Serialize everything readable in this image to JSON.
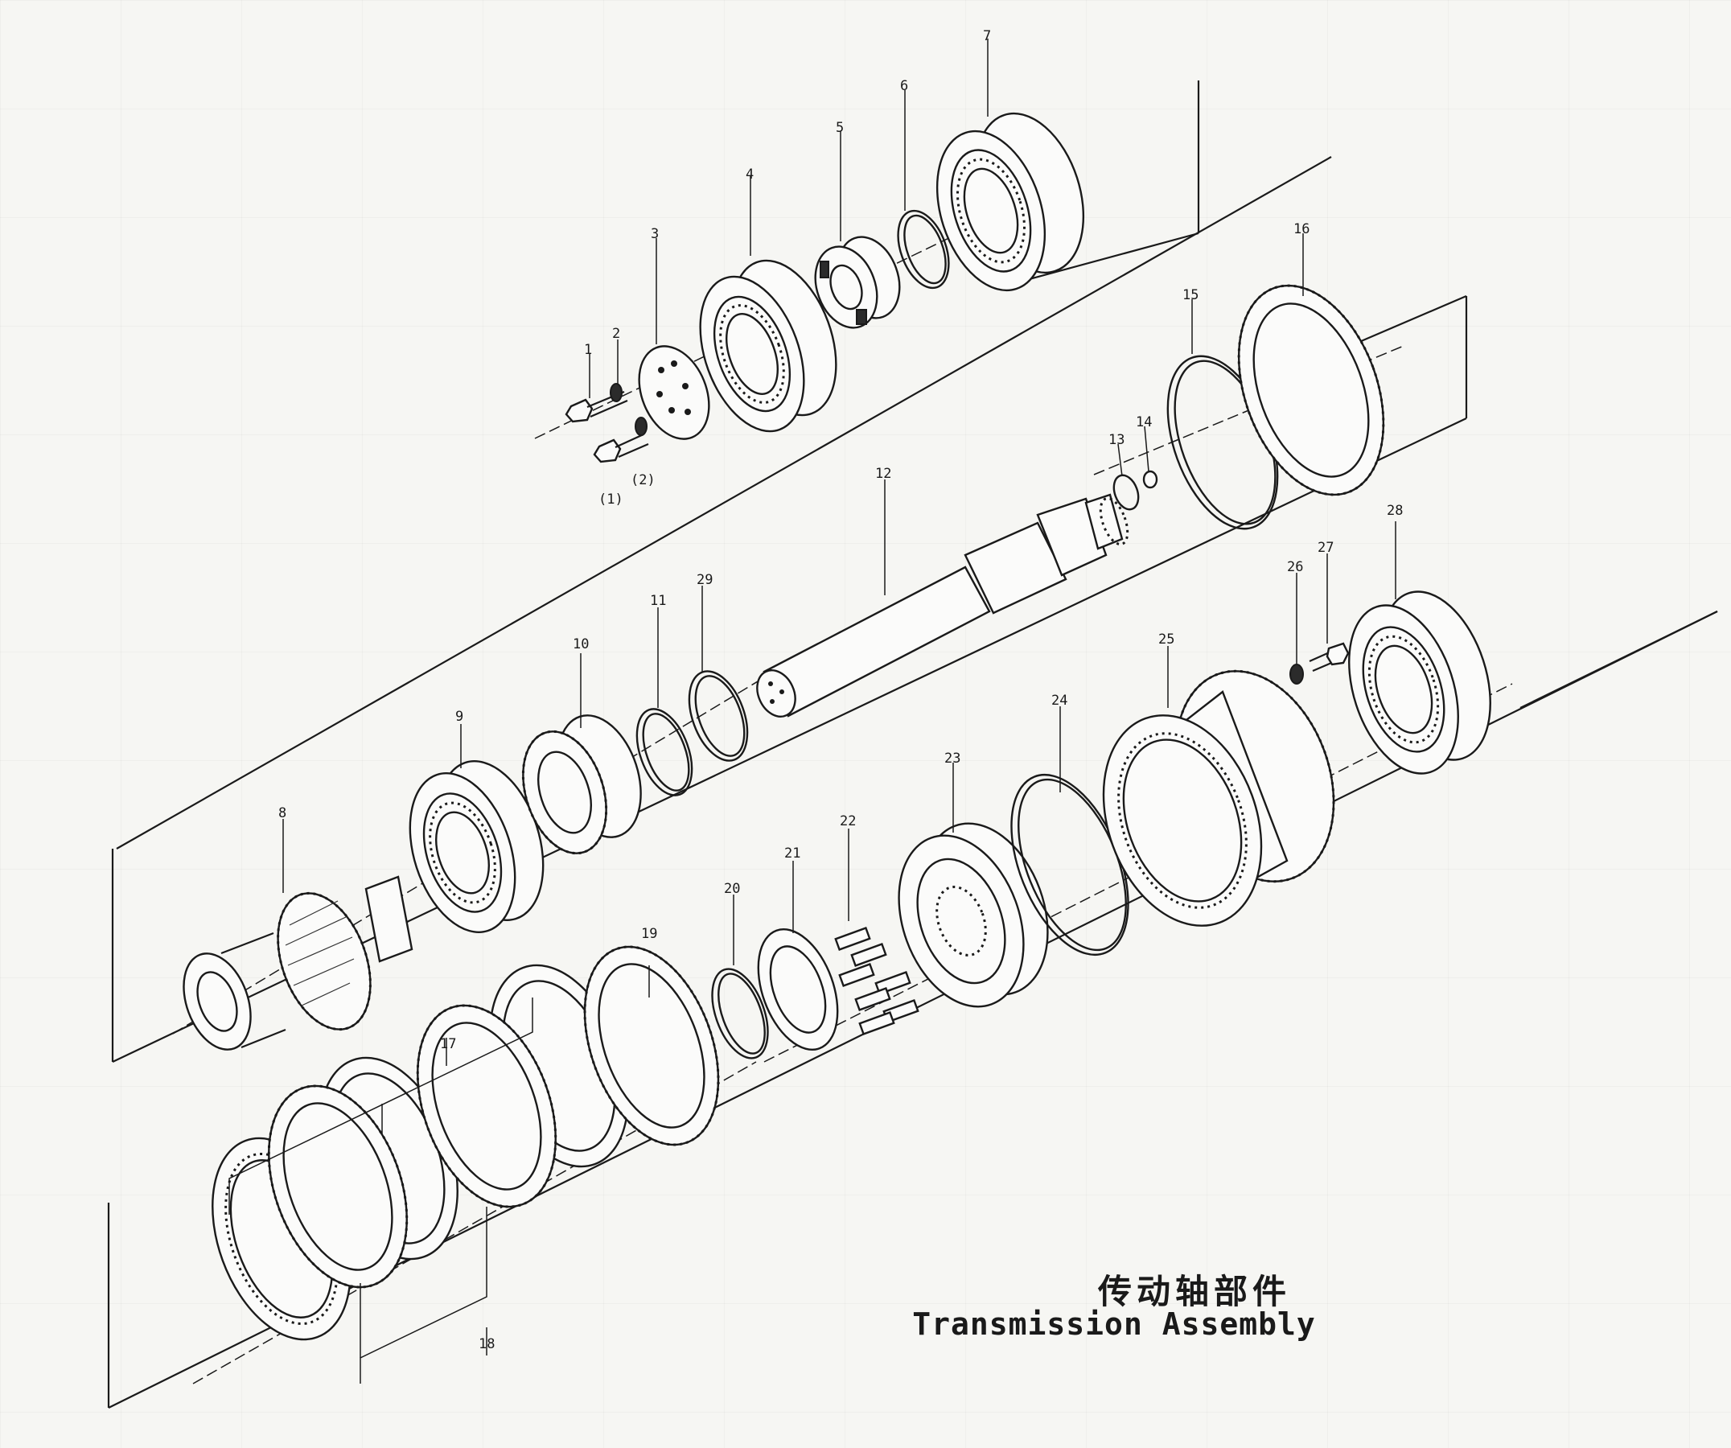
{
  "title": {
    "chinese": "传动轴部件",
    "english": "Transmission Assembly"
  },
  "parts": [
    {
      "label": "1"
    },
    {
      "label": "2"
    },
    {
      "label": "3"
    },
    {
      "label": "4"
    },
    {
      "label": "5"
    },
    {
      "label": "6"
    },
    {
      "label": "7"
    },
    {
      "label": "8"
    },
    {
      "label": "9"
    },
    {
      "label": "10"
    },
    {
      "label": "11"
    },
    {
      "label": "12"
    },
    {
      "label": "13"
    },
    {
      "label": "14"
    },
    {
      "label": "15"
    },
    {
      "label": "16"
    },
    {
      "label": "17"
    },
    {
      "label": "18"
    },
    {
      "label": "19"
    },
    {
      "label": "20"
    },
    {
      "label": "21"
    },
    {
      "label": "22"
    },
    {
      "label": "23"
    },
    {
      "label": "24"
    },
    {
      "label": "25"
    },
    {
      "label": "26"
    },
    {
      "label": "27"
    },
    {
      "label": "28"
    },
    {
      "label": "29"
    },
    {
      "label": "(1)"
    },
    {
      "label": "(2)"
    }
  ]
}
